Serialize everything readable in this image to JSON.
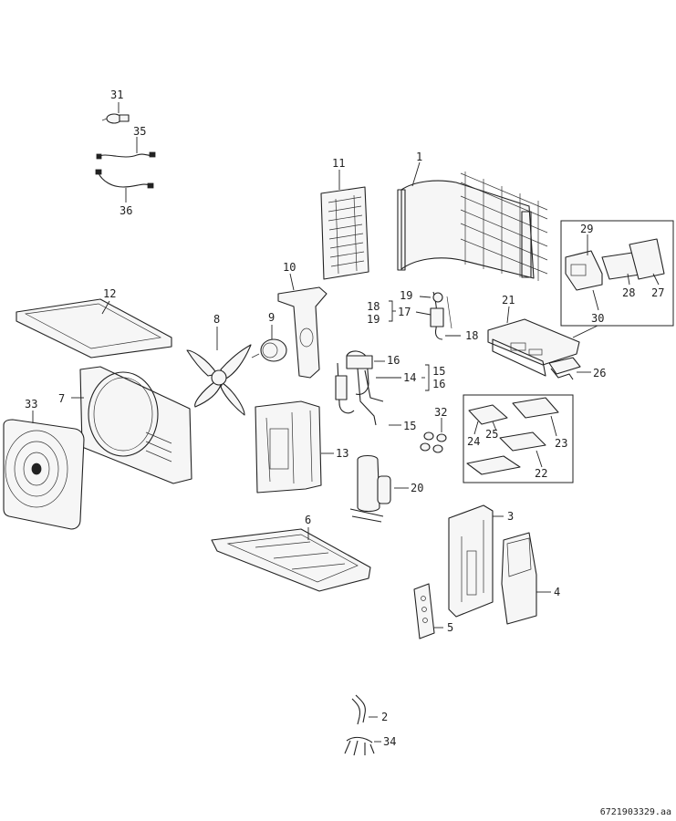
{
  "document_ref": "6721903329.aa",
  "labels": {
    "p1": "1",
    "p2": "2",
    "p3": "3",
    "p4": "4",
    "p5": "5",
    "p6": "6",
    "p7": "7",
    "p8": "8",
    "p9": "9",
    "p10": "10",
    "p11": "11",
    "p12": "12",
    "p13": "13",
    "p14": "14",
    "p15": "15",
    "p16": "16",
    "p17": "17",
    "p18": "18",
    "p19": "19",
    "p20": "20",
    "p21": "21",
    "p22": "22",
    "p23": "23",
    "p24": "24",
    "p25": "25",
    "p26": "26",
    "p27": "27",
    "p28": "28",
    "p29": "29",
    "p30": "30",
    "p31": "31",
    "p32": "32",
    "p33": "33",
    "p34": "34",
    "p35": "35",
    "p36": "36"
  }
}
